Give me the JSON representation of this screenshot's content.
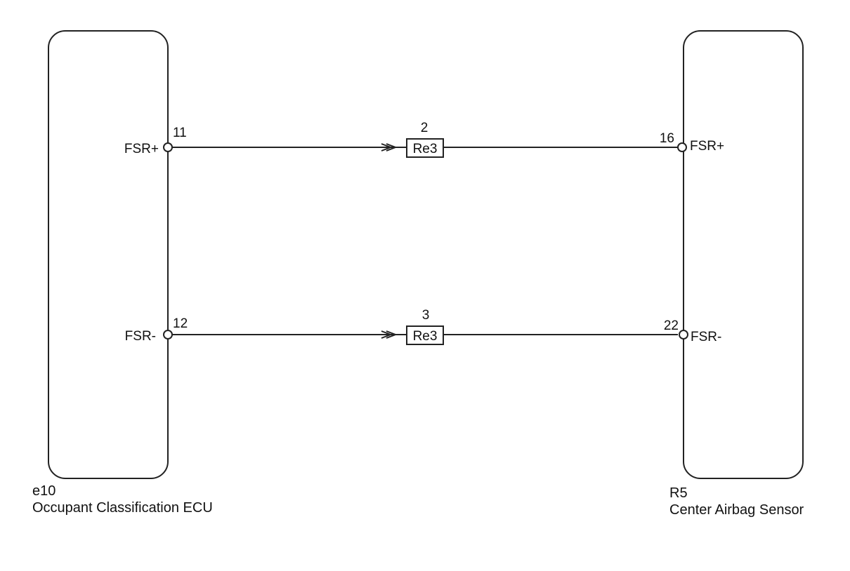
{
  "left_component": {
    "code": "e10",
    "name": "Occupant Classification ECU",
    "terminals": [
      {
        "pin": "11",
        "signal": "FSR+"
      },
      {
        "pin": "12",
        "signal": "FSR-"
      }
    ]
  },
  "right_component": {
    "code": "R5",
    "name": "Center Airbag Sensor",
    "terminals": [
      {
        "pin": "16",
        "signal": "FSR+"
      },
      {
        "pin": "22",
        "signal": "FSR-"
      }
    ]
  },
  "connectors": [
    {
      "name": "Re3",
      "pin": "2"
    },
    {
      "name": "Re3",
      "pin": "3"
    }
  ]
}
